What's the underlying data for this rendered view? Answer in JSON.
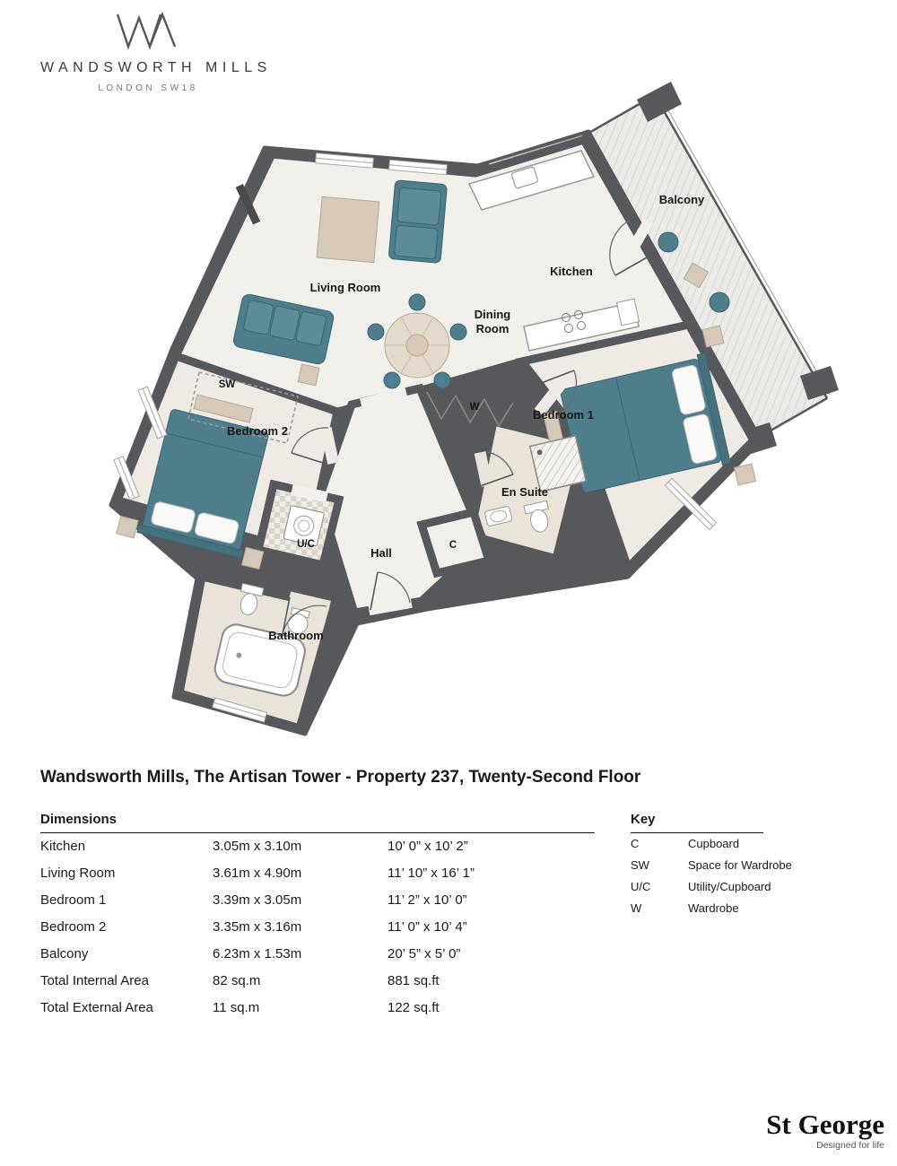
{
  "brand": {
    "name": "WANDSWORTH MILLS",
    "location": "LONDON SW18"
  },
  "title": "Wandsworth Mills, The Artisan Tower - Property 237, Twenty-Second Floor",
  "plan": {
    "labels": {
      "living": "Living Room",
      "kitchen": "Kitchen",
      "dining_line1": "Dining",
      "dining_line2": "Room",
      "balcony": "Balcony",
      "bedroom1": "Bedroom 1",
      "bedroom2": "Bedroom 2",
      "ensuite": "En Suite",
      "hall": "Hall",
      "uc": "U/C",
      "bathroom": "Bathroom",
      "sw": "SW",
      "w": "W",
      "c": "C"
    },
    "palette": {
      "wall": "#57585c",
      "floor": "#f2f0eb",
      "tile": "#eae3da",
      "furniture_teal": "#4e7e8b",
      "furniture_beige": "#d7c9ba",
      "deck": "#ebebe8"
    }
  },
  "dimensions": {
    "heading": "Dimensions",
    "rows": [
      {
        "name": "Kitchen",
        "metric": "3.05m x 3.10m",
        "imperial": "10’ 0” x 10’ 2”"
      },
      {
        "name": "Living Room",
        "metric": "3.61m x 4.90m",
        "imperial": "11’ 10” x 16’ 1”"
      },
      {
        "name": "Bedroom 1",
        "metric": "3.39m x 3.05m",
        "imperial": "11’ 2” x 10’ 0”"
      },
      {
        "name": "Bedroom 2",
        "metric": "3.35m x 3.16m",
        "imperial": "11’ 0” x 10’ 4”"
      },
      {
        "name": "Balcony",
        "metric": "6.23m x 1.53m",
        "imperial": "20’ 5” x 5’ 0”"
      },
      {
        "name": "Total Internal Area",
        "metric": "82 sq.m",
        "imperial": "881 sq.ft"
      },
      {
        "name": "Total External Area",
        "metric": "11 sq.m",
        "imperial": "122 sq.ft"
      }
    ]
  },
  "key": {
    "heading": "Key",
    "rows": [
      {
        "abbr": "C",
        "desc": "Cupboard"
      },
      {
        "abbr": "SW",
        "desc": "Space for Wardrobe"
      },
      {
        "abbr": "U/C",
        "desc": "Utility/Cupboard"
      },
      {
        "abbr": "W",
        "desc": "Wardrobe"
      }
    ]
  },
  "developer": {
    "name": "St George",
    "tagline": "Designed for life"
  }
}
